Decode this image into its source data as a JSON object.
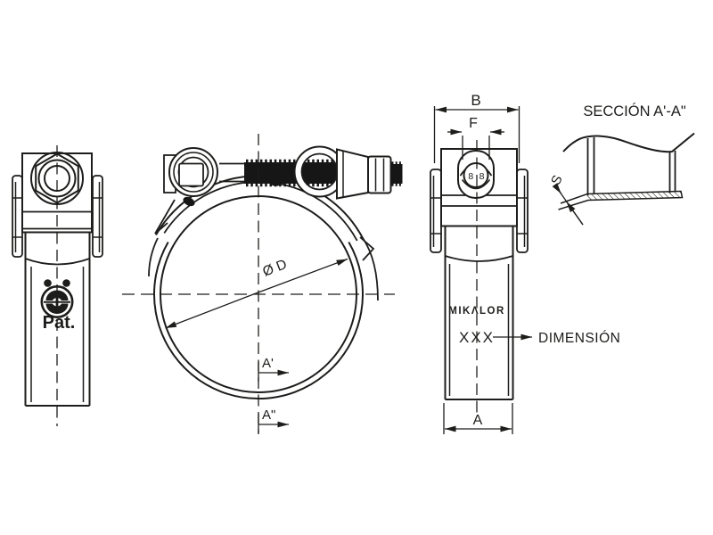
{
  "canvas": {
    "background": "#ffffff",
    "line_color": "#1d1d1b",
    "description": "Technical drawing of a heavy duty bolt hose clamp, three views plus band cross-section detail"
  },
  "left_view": {
    "pat_label": "Pat."
  },
  "middle_view": {
    "diameter_label": "Ø D",
    "section_cut_upper": "A'",
    "section_cut_lower": "A\""
  },
  "right_view": {
    "dim_total_width": "B",
    "dim_screw_head": "F",
    "bolt_grade_left": "8",
    "bolt_grade_right": "8",
    "brand_label": "MIKΛLOR",
    "size_placeholder": "XXX",
    "dimension_note": "DIMENSIÓN",
    "dim_band_width": "A"
  },
  "section_view": {
    "title": "SECCIÓN A'-A\"",
    "thickness_label": "S"
  }
}
